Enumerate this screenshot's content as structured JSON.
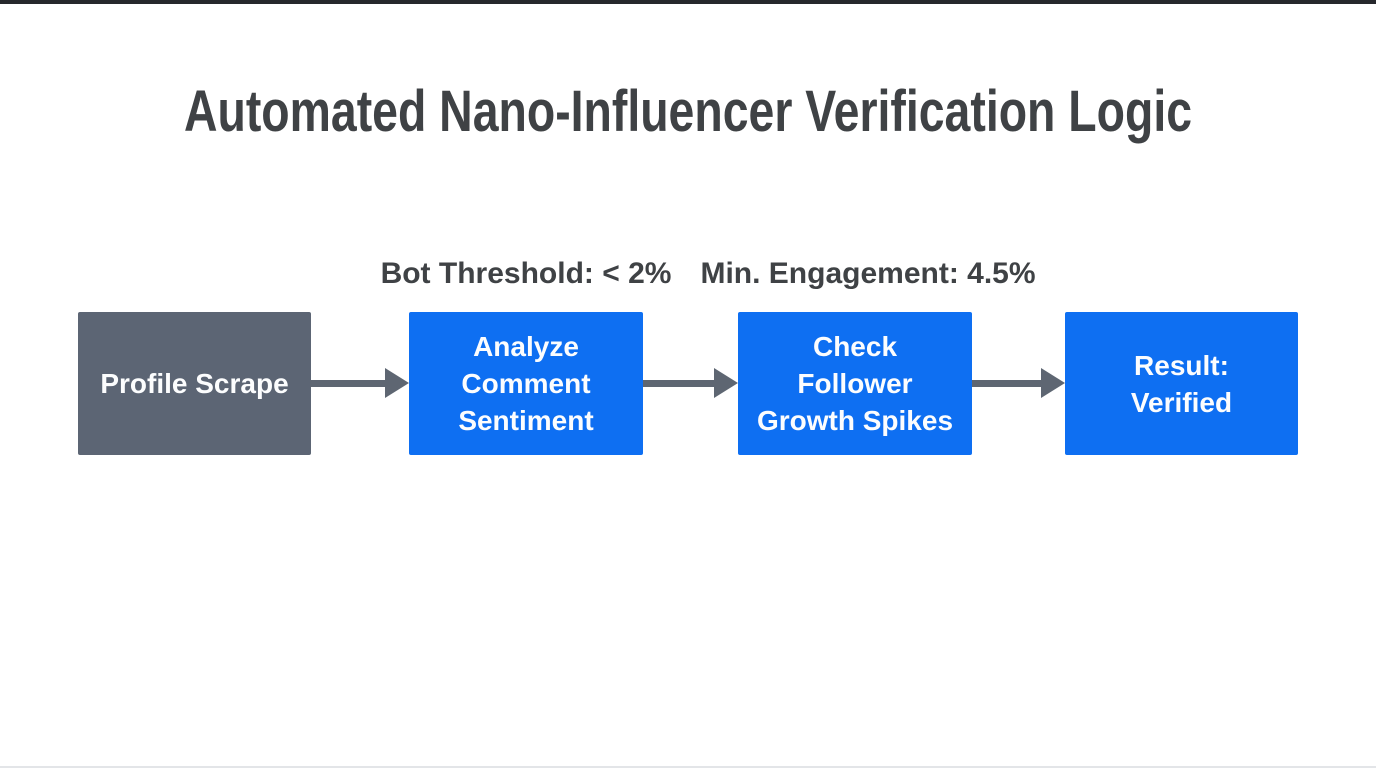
{
  "page": {
    "title": "Automated Nano-Influencer Verification Logic"
  },
  "colors": {
    "background": "#ffffff",
    "title_text": "#3f4245",
    "annotation_text": "#3f4245",
    "start_node_fill": "#5c6574",
    "process_node_fill": "#0e6ff2",
    "node_text": "#fcfdfe",
    "arrow": "#5e6672",
    "top_edge": "#26282c"
  },
  "flowchart": {
    "annotations": [
      {
        "text": "Bot Threshold: < 2%",
        "above_node": "analyze-comment-sentiment"
      },
      {
        "text": "Min. Engagement: 4.5%",
        "above_node": "check-follower-growth-spikes"
      }
    ],
    "nodes": [
      {
        "id": "profile-scrape",
        "type": "start",
        "label": "Profile Scrape",
        "lines": [
          "Profile Scrape"
        ]
      },
      {
        "id": "analyze-comment-sentiment",
        "type": "process",
        "label": "Analyze Comment Sentiment",
        "lines": [
          "Analyze",
          "Comment",
          "Sentiment"
        ]
      },
      {
        "id": "check-follower-growth-spikes",
        "type": "process",
        "label": "Check Follower Growth Spikes",
        "lines": [
          "Check",
          "Follower",
          "Growth Spikes"
        ]
      },
      {
        "id": "result-verified",
        "type": "process",
        "label": "Result: Verified",
        "lines": [
          "Result:",
          "Verified"
        ]
      }
    ],
    "edges": [
      {
        "from": "profile-scrape",
        "to": "analyze-comment-sentiment"
      },
      {
        "from": "analyze-comment-sentiment",
        "to": "check-follower-growth-spikes"
      },
      {
        "from": "check-follower-growth-spikes",
        "to": "result-verified"
      }
    ]
  }
}
